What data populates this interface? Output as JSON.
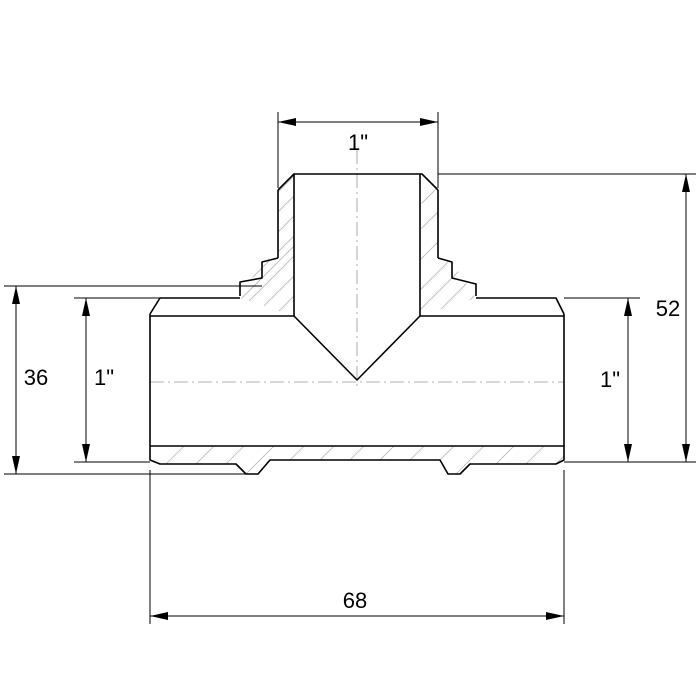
{
  "drawing": {
    "dimensions": {
      "top_thread": "1\"",
      "overall_height": "52",
      "left_height": "36",
      "left_thread": "1\"",
      "right_thread": "1\"",
      "overall_width": "68"
    }
  }
}
